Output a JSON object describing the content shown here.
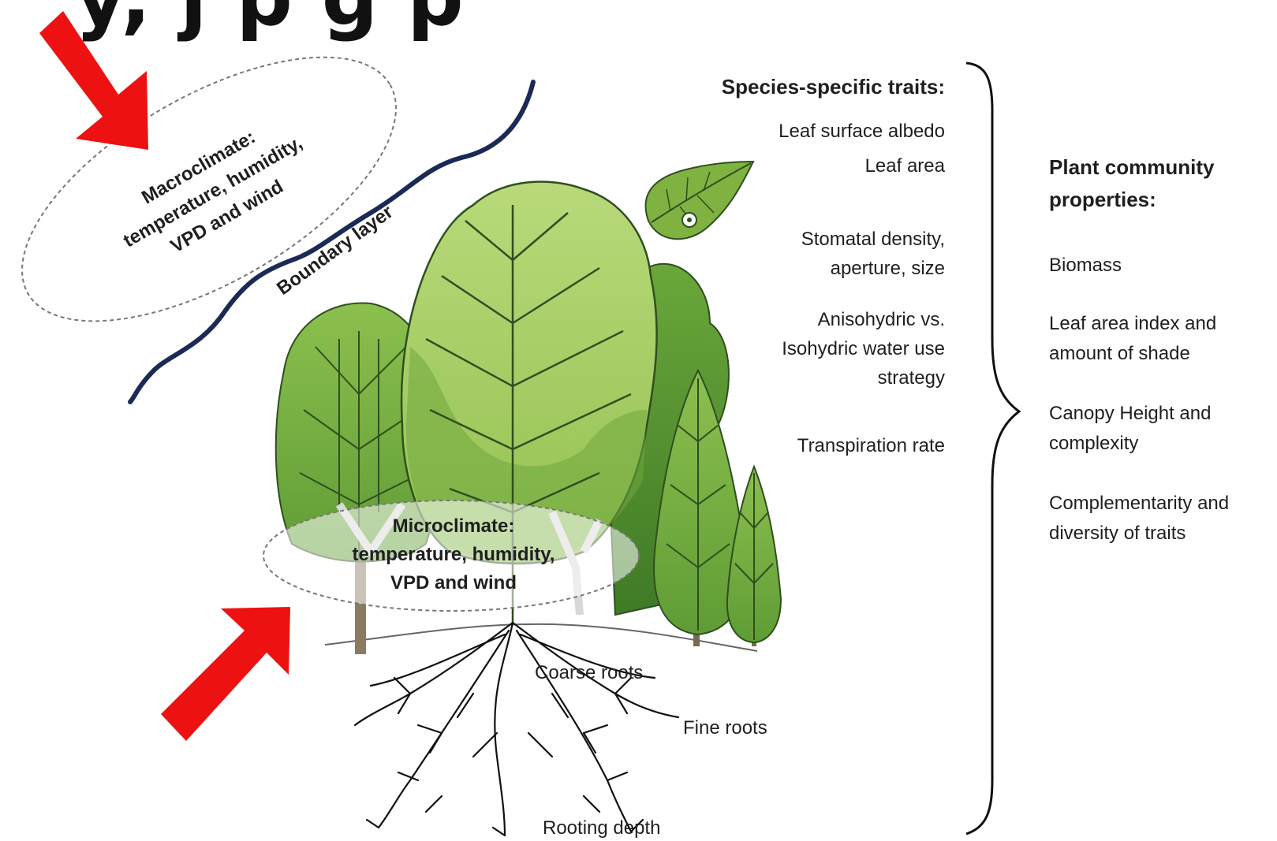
{
  "title_fragment": "y, j  p        g        p",
  "macroclimate": {
    "line1": "Macroclimate:",
    "line2": "temperature, humidity,",
    "line3": "VPD and wind"
  },
  "boundary_layer": "Boundary layer",
  "microclimate": {
    "line1": "Microclimate:",
    "line2": "temperature, humidity,",
    "line3": "VPD and wind"
  },
  "species_traits": {
    "heading": "Species-specific traits:",
    "albedo": "Leaf surface albedo",
    "leaf_area": "Leaf area",
    "stomatal_1": "Stomatal density,",
    "stomatal_2": "aperture, size",
    "aniso_1": "Anisohydric vs.",
    "aniso_2": "Isohydric water use",
    "aniso_3": "strategy",
    "transpiration": "Transpiration rate"
  },
  "community": {
    "heading_1": "Plant community",
    "heading_2": "properties:",
    "biomass": "Biomass",
    "lai_1": "Leaf area index and",
    "lai_2": "amount of shade",
    "canopy_1": "Canopy Height and",
    "canopy_2": "complexity",
    "comp_1": "Complementarity and",
    "comp_2": "diversity of traits"
  },
  "roots": {
    "coarse": "Coarse roots",
    "fine": "Fine roots",
    "depth": "Rooting depth"
  },
  "colors": {
    "arrow": "#ee1111",
    "wave": "#1b2a55",
    "leaf_light": "#a8cf66",
    "leaf_mid": "#7fb241",
    "leaf_dark": "#4e8c2c"
  }
}
